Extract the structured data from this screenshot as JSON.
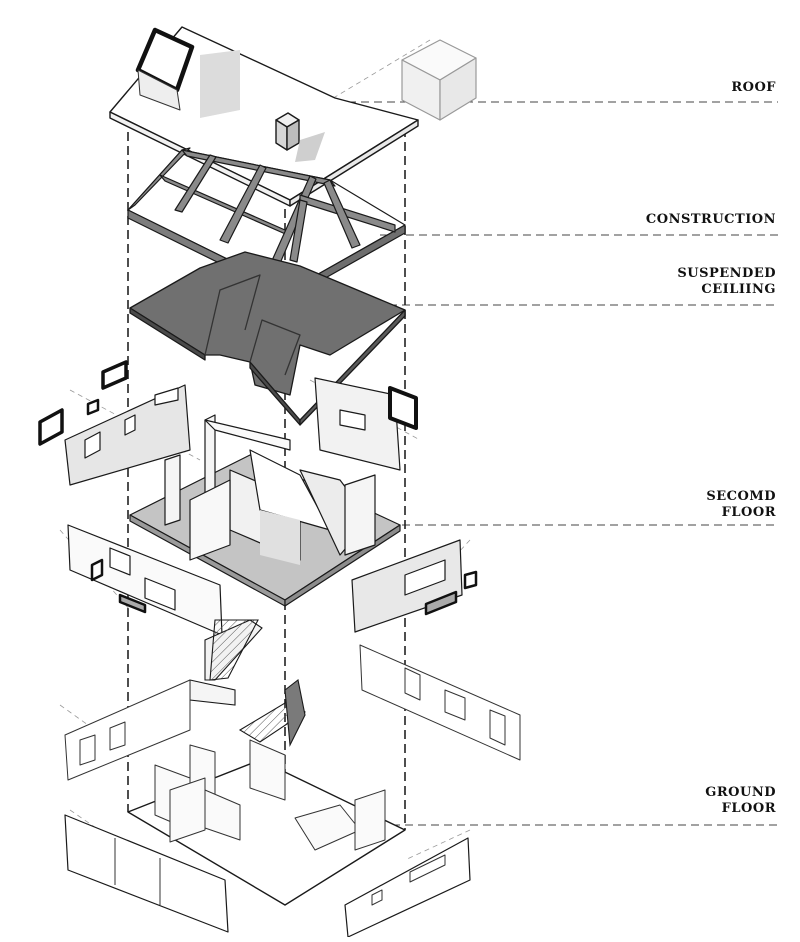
{
  "labels": {
    "roof": "ROOF",
    "construction": "CONSTRUCTION",
    "suspended_ceiling_1": "SUSPENDED",
    "suspended_ceiling_2": "CEILIING",
    "second_floor_1": "SECOMD",
    "second_floor_2": "FLOOR",
    "ground_floor_1": "GROUND",
    "ground_floor_2": "FLOOR"
  },
  "colors": {
    "line": "#1a1a1a",
    "ceiling_fill": "#6b6b6b",
    "floor_fill": "#c4c4c4",
    "wall_fill": "#e6e6e6",
    "shadow_fill": "#d2d2d2"
  }
}
